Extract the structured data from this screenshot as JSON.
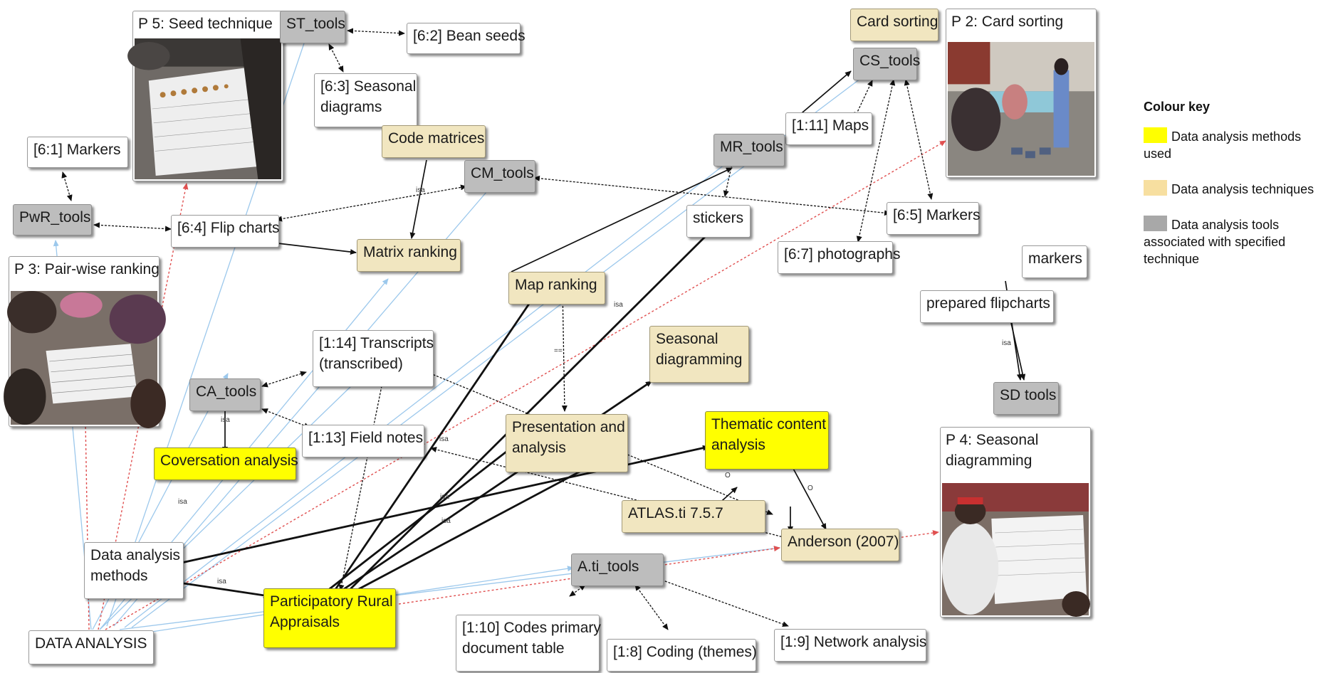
{
  "nodes": {
    "p5": "P 5: Seed technique",
    "st_tools": "ST_tools",
    "bean_seeds": "[6:2] Bean seeds",
    "seasonal_diagrams_line1": "[6:3] Seasonal",
    "seasonal_diagrams_line2": "diagrams",
    "markers_61": "[6:1] Markers",
    "code_matrices": "Code matrices",
    "cm_tools": "CM_tools",
    "pwr_tools": "PwR_tools",
    "flip_charts": "[6:4] Flip charts",
    "matrix_ranking": "Matrix ranking",
    "p3": "P 3: Pair-wise ranking",
    "card_sorting": "Card sorting",
    "p2": "P 2: Card sorting",
    "cs_tools": "CS_tools",
    "maps": "[1:11] Maps",
    "mr_tools": "MR_tools",
    "stickers": "stickers",
    "markers_65": "[6:5] Markers",
    "photographs": "[6:7] photographs",
    "map_ranking": "Map ranking",
    "markers": "markers",
    "prepared_flipcharts": "prepared flipcharts",
    "sd_tools": "SD tools",
    "transcripts_line1": "[1:14] Transcripts",
    "transcripts_line2": "(transcribed)",
    "seasonal_diagramming_line1": "Seasonal",
    "seasonal_diagramming_line2": "diagramming",
    "ca_tools": "CA_tools",
    "field_notes": "[1:13] Field notes",
    "presentation_line1": "Presentation and",
    "presentation_line2": "analysis",
    "thematic_line1": "Thematic content",
    "thematic_line2": "analysis",
    "p4_line1": "P 4: Seasonal",
    "p4_line2": "diagramming",
    "conversation_analysis": "Coversation analysis",
    "atlas": "ATLAS.ti 7.5.7",
    "anderson": "Anderson (2007)",
    "dam_line1": "Data analysis",
    "dam_line2": "methods",
    "ati_tools": "A.ti_tools",
    "pra_line1": "Participatory Rural",
    "pra_line2": "Appraisals",
    "codes_pdt_line1": "[1:10] Codes primary",
    "codes_pdt_line2": "document table",
    "coding_themes": "[1:8] Coding (themes)",
    "network_analysis": "[1:9] Network analysis",
    "data_analysis": "DATA ANALYSIS"
  },
  "edge_labels": {
    "isa": "isa",
    "o": "O",
    "eq": "=="
  },
  "legend": {
    "title": "Colour key",
    "items": [
      {
        "label": "Data analysis methods used",
        "color": "#ffff00"
      },
      {
        "label": "Data analysis techniques",
        "color": "#f7dfa0"
      },
      {
        "label": "Data analysis tools associated with specified technique",
        "color": "#a8a8a8"
      }
    ]
  },
  "colors": {
    "tool": "#bdbdbd",
    "technique": "#f1e6c0",
    "method": "#ffff00",
    "link_black": "#111111",
    "link_blue": "#9cc8ec",
    "link_red": "#e05050"
  }
}
